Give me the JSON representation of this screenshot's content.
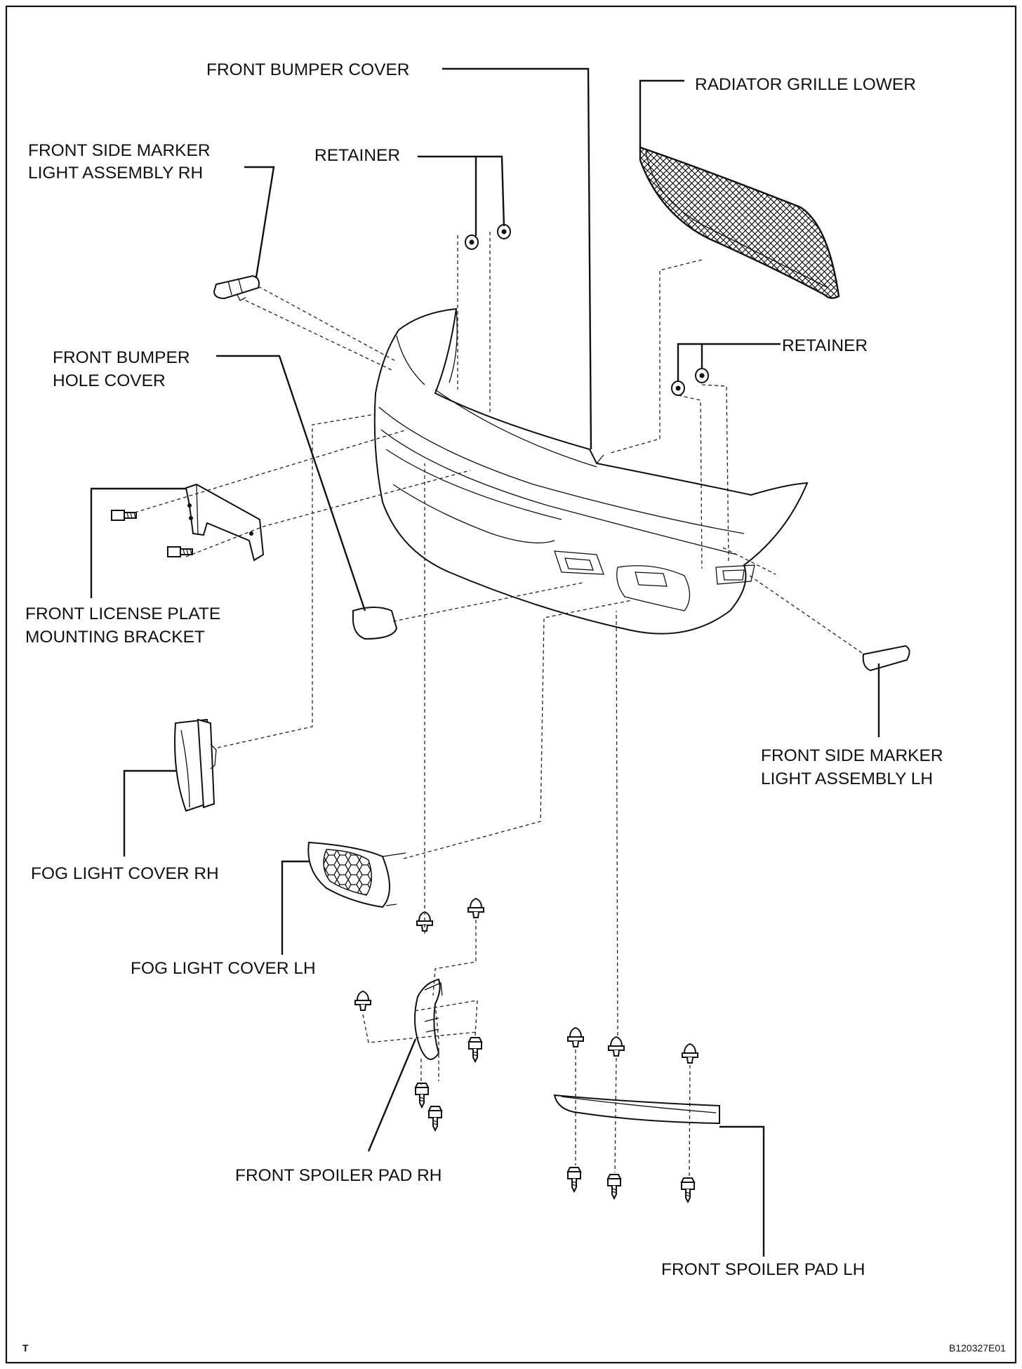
{
  "labels": {
    "front_bumper_cover": "FRONT BUMPER COVER",
    "radiator_grille_lower": "RADIATOR GRILLE LOWER",
    "marker_rh_line1": "FRONT SIDE MARKER",
    "marker_rh_line2": "LIGHT ASSEMBLY RH",
    "retainer_upper": "RETAINER",
    "retainer_right": "RETAINER",
    "hole_cover_line1": "FRONT BUMPER",
    "hole_cover_line2": "HOLE COVER",
    "license_line1": "FRONT LICENSE PLATE",
    "license_line2": "MOUNTING BRACKET",
    "marker_lh_line1": "FRONT SIDE MARKER",
    "marker_lh_line2": "LIGHT ASSEMBLY LH",
    "fog_rh": "FOG LIGHT COVER RH",
    "fog_lh": "FOG LIGHT COVER LH",
    "spoiler_rh": "FRONT SPOILER PAD RH",
    "spoiler_lh": "FRONT SPOILER PAD LH"
  },
  "footer": {
    "left_mark": "T",
    "figure_code": "B120327E01"
  }
}
